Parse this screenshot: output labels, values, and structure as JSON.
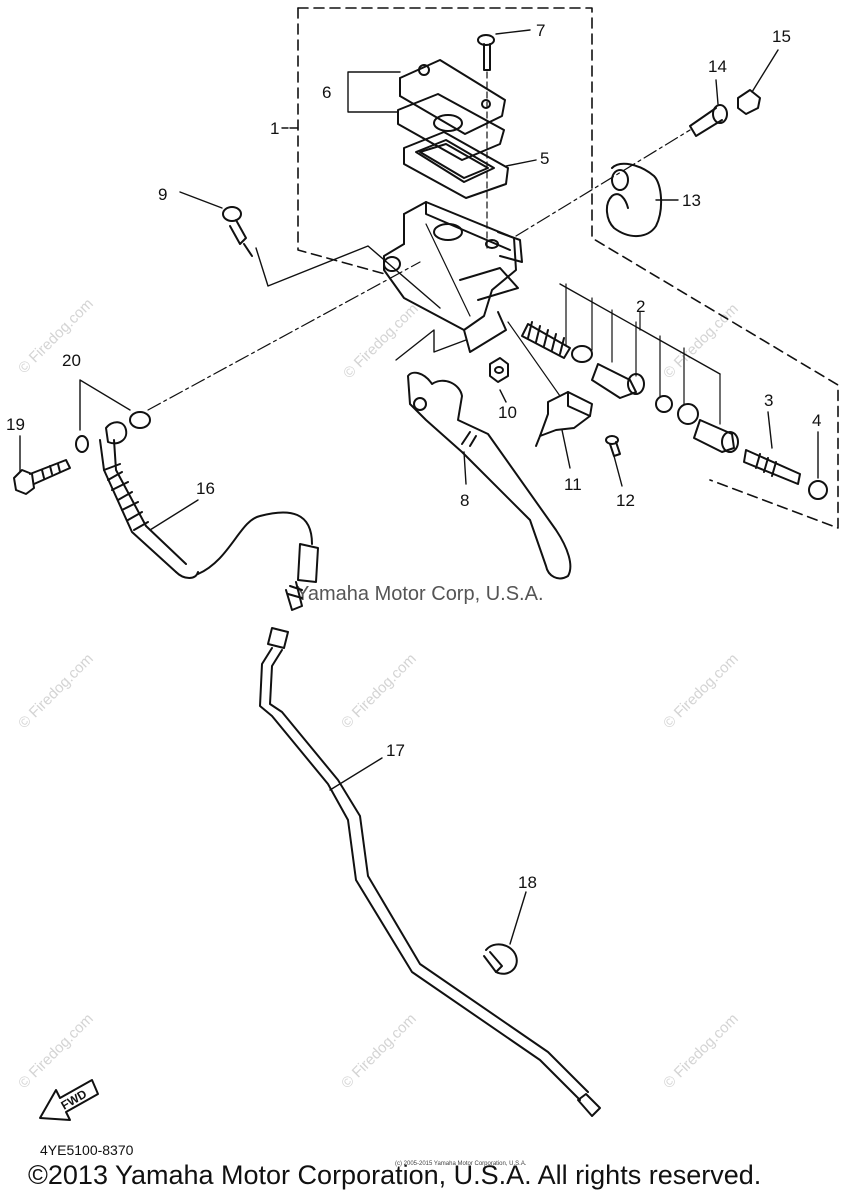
{
  "callouts": [
    "1",
    "2",
    "3",
    "4",
    "5",
    "6",
    "7",
    "8",
    "9",
    "10",
    "11",
    "12",
    "13",
    "14",
    "15",
    "16",
    "17",
    "18",
    "19",
    "20"
  ],
  "watermark": "© Firedog.com",
  "center_mark": "Yamaha Motor Corp, U.S.A.",
  "fwd_label": "FWD",
  "diagram_code": "4YE5100-8370",
  "small_notice": "(c) 2005-2015 Yamaha Motor Corporation, U.S.A.",
  "copyright": "©2013 Yamaha Motor Corporation, U.S.A. All rights reserved."
}
